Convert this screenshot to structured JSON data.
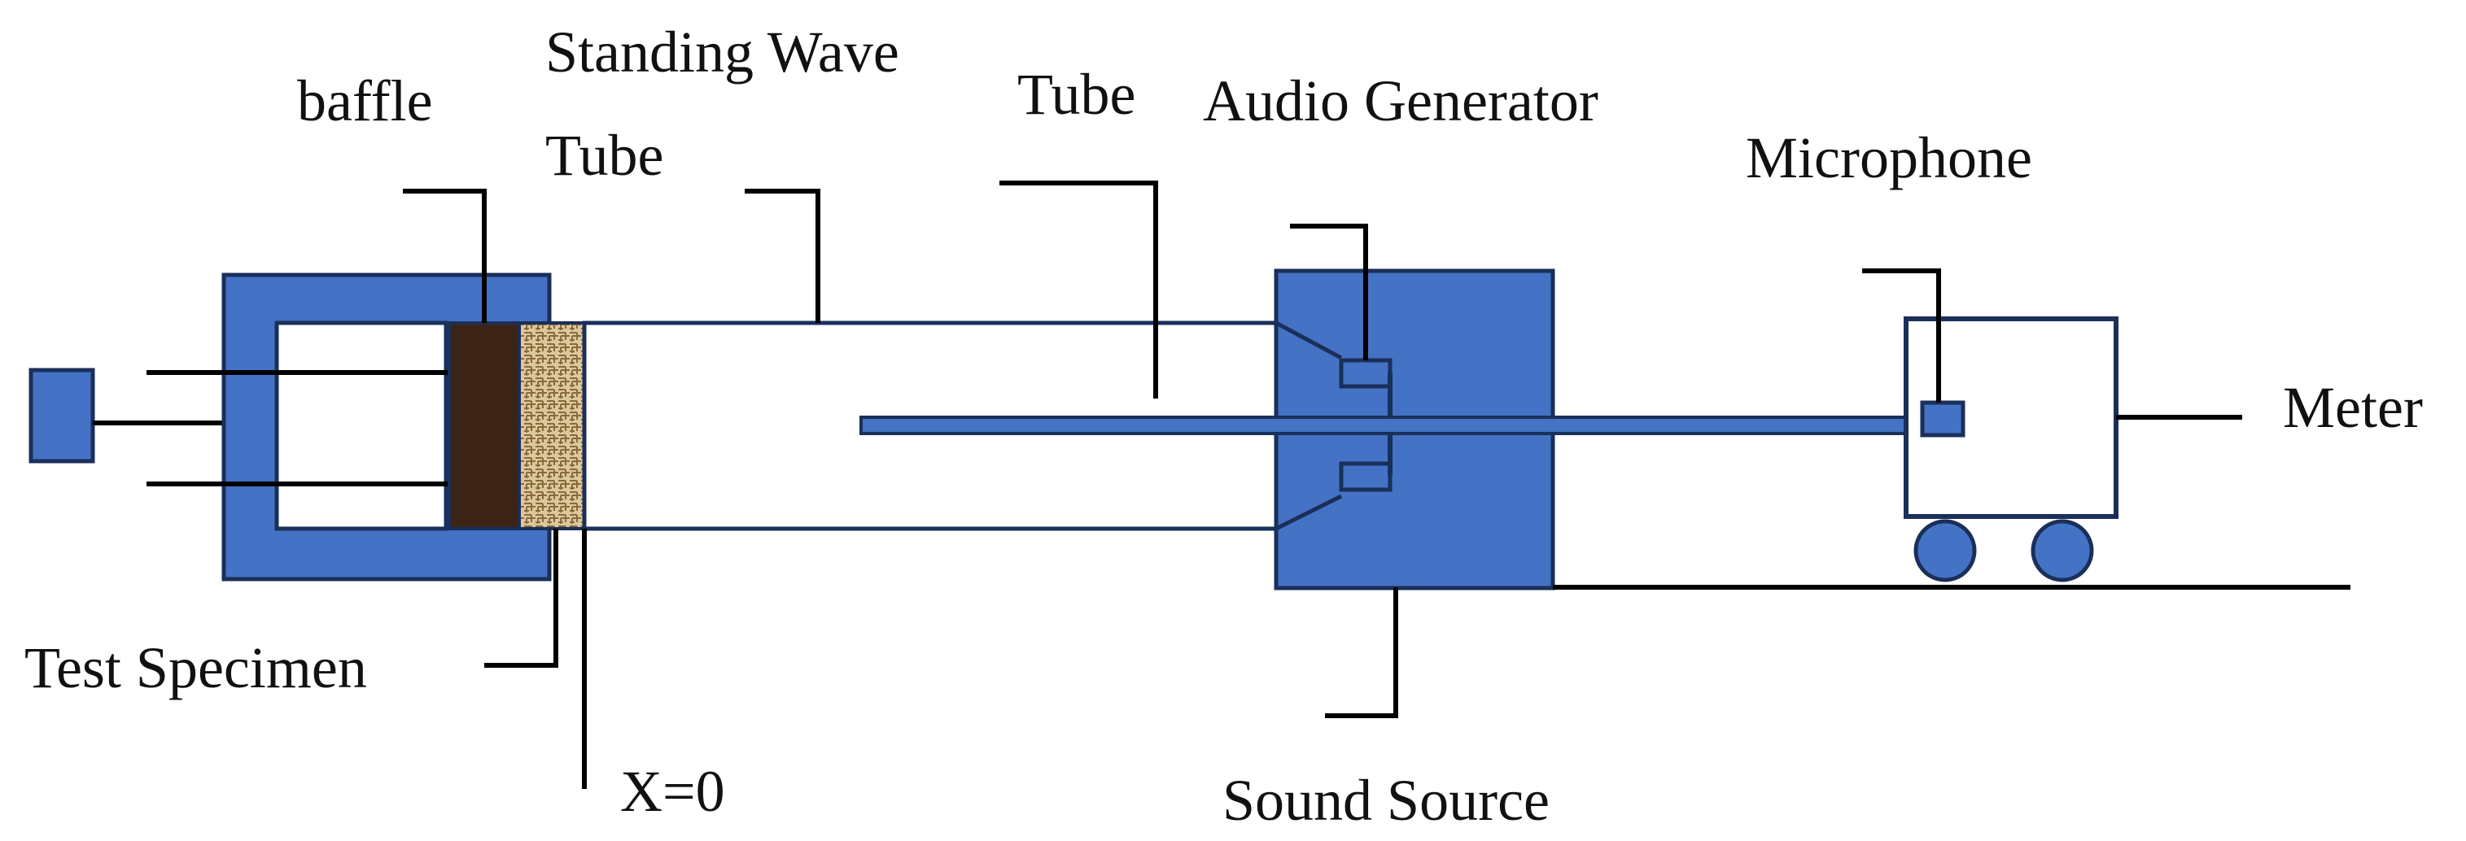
{
  "labels": {
    "baffle": "baffle",
    "standing_wave_tube_line1": "Standing Wave",
    "standing_wave_tube_line2": "Tube",
    "tube": "Tube",
    "audio_generator": "Audio Generator",
    "microphone": "Microphone",
    "meter": "Meter",
    "test_specimen": "Test Specimen",
    "x_zero": "X=0",
    "sound_source": "Sound Source"
  },
  "colors": {
    "blue_fill": "#4472c4",
    "outline": "#1a2f5a",
    "leader": "#000000",
    "baffle_brown": "#3b2416",
    "specimen_tan": "#d9c396",
    "specimen_pattern": "#8a6a3a"
  }
}
